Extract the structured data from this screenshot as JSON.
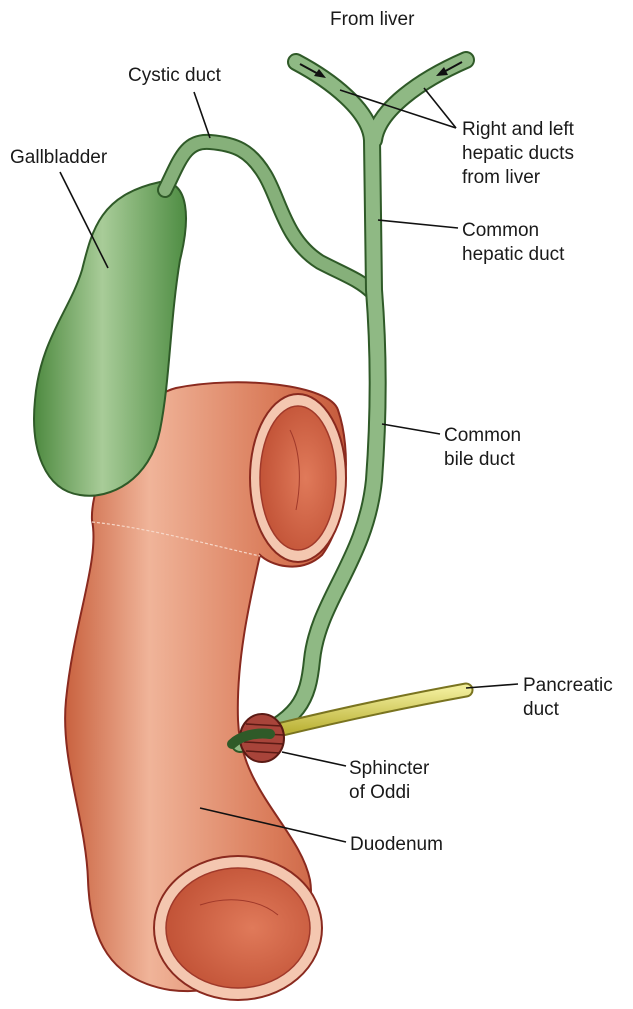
{
  "labels": {
    "from_liver": "From liver",
    "cystic_duct": "Cystic duct",
    "gallbladder": "Gallbladder",
    "hepatic_ducts": [
      "Right and left",
      "hepatic ducts",
      "from liver"
    ],
    "common_hepatic_duct": [
      "Common",
      "hepatic duct"
    ],
    "common_bile_duct": [
      "Common",
      "bile duct"
    ],
    "pancreatic_duct": [
      "Pancreatic",
      "duct"
    ],
    "sphincter": [
      "Sphincter",
      "of Oddi"
    ],
    "duodenum": "Duodenum"
  },
  "colors": {
    "gallbladder": "#5f9a4f",
    "duct": "#7fa878",
    "pancreatic": "#d8d25a",
    "duodenum": "#d7765b",
    "sphincter": "#9a3b33"
  }
}
